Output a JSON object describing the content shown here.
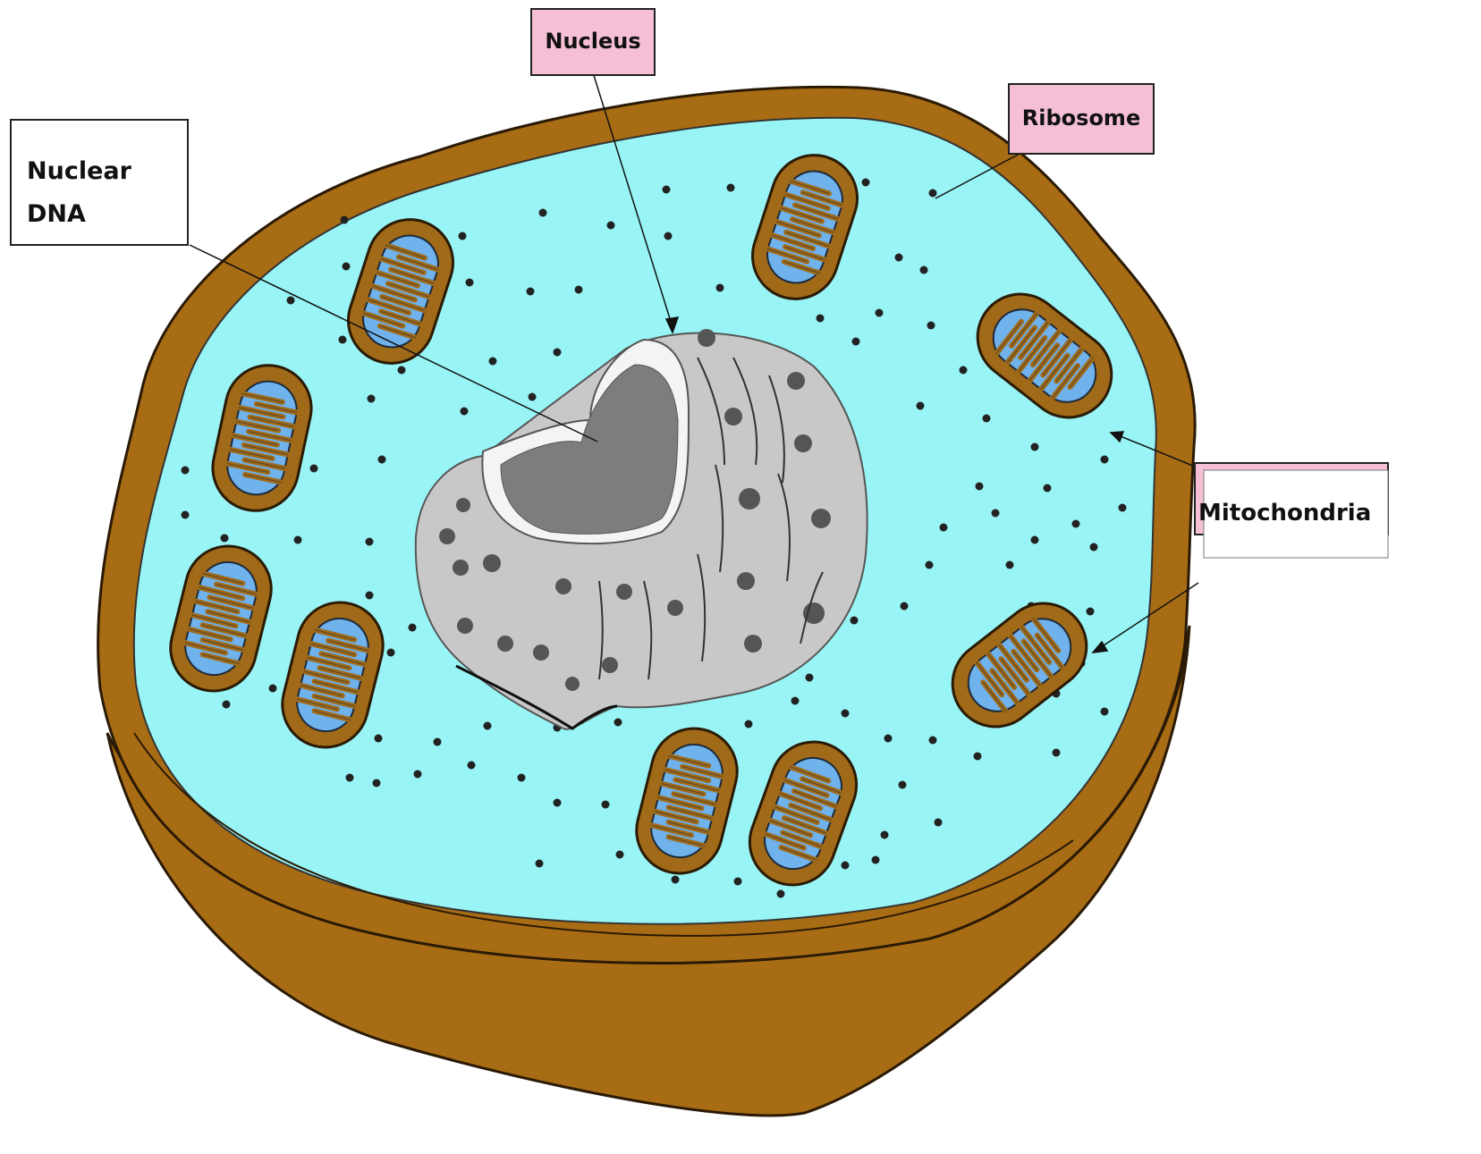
{
  "labels": {
    "nucleus": "Nucleus",
    "ribosome": "Ribosome",
    "nuclear_dna_line1": "Nuclear",
    "nuclear_dna_line2": "DNA",
    "mitochondria": "Mitochondria"
  },
  "colors": {
    "cell_wall": "#a86c14",
    "cell_wall_dark": "#6e4309",
    "cytoplasm": "#99f5f5",
    "nucleus_shell": "#c8c8c8",
    "nucleus_inner": "#7d7d7d",
    "mitochondria_outer": "#a06a18",
    "mitochondria_inner": "#6fb2ec",
    "label_pink": "#f5bfd6",
    "label_white": "#ffffff"
  }
}
